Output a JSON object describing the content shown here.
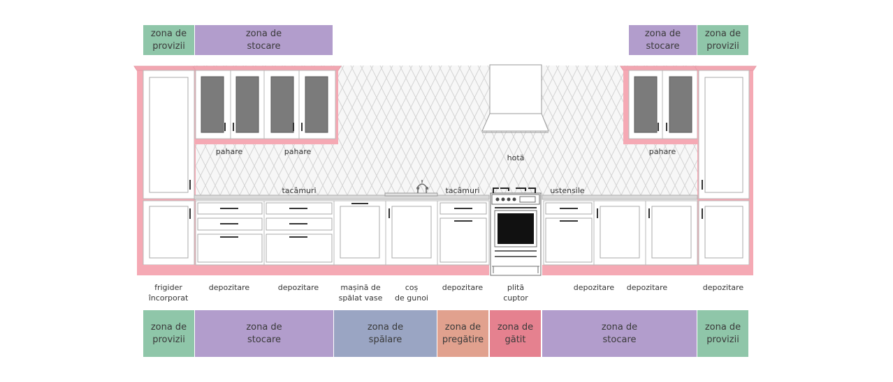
{
  "colors": {
    "provizii": "#8fc6a9",
    "stocare": "#b29dcc",
    "spalare": "#9aa5c3",
    "pregatire": "#e1a18e",
    "gatit": "#e5818f",
    "cabinet_outline": "#f2a6b1",
    "glass": "#7b7b7b",
    "tile": "#cfcfcf"
  },
  "top_zones": [
    {
      "text": "zona de\nprovizii",
      "kind": "provizii"
    },
    {
      "text": "zona de\nstocare",
      "kind": "stocare"
    },
    {
      "text": "zona de\nstocare",
      "kind": "stocare"
    },
    {
      "text": "zona de\nprovizii",
      "kind": "provizii"
    }
  ],
  "bottom_zones": [
    {
      "text": "zona de\nprovizii",
      "kind": "provizii"
    },
    {
      "text": "zona de\nstocare",
      "kind": "stocare"
    },
    {
      "text": "zona de\nspălare",
      "kind": "spalare"
    },
    {
      "text": "zona de\npregătire",
      "kind": "pregatire"
    },
    {
      "text": "zona de\ngătit",
      "kind": "gatit"
    },
    {
      "text": "zona de\nstocare",
      "kind": "stocare"
    },
    {
      "text": "zona de\nprovizii",
      "kind": "provizii"
    }
  ],
  "wall_labels": [
    {
      "text": "pahare"
    },
    {
      "text": "pahare"
    },
    {
      "text": "hotă"
    },
    {
      "text": "pahare"
    },
    {
      "text": "tacâmuri"
    },
    {
      "text": "tacâmuri"
    },
    {
      "text": "ustensile"
    }
  ],
  "base_labels": [
    {
      "text": "frigider\nîncorporat"
    },
    {
      "text": "depozitare"
    },
    {
      "text": "depozitare"
    },
    {
      "text": "mașină de\nspălat vase"
    },
    {
      "text": "coș\nde gunoi"
    },
    {
      "text": "depozitare"
    },
    {
      "text": "plită\ncuptor"
    },
    {
      "text": "depozitare"
    },
    {
      "text": "depozitare"
    },
    {
      "text": "depozitare"
    }
  ]
}
